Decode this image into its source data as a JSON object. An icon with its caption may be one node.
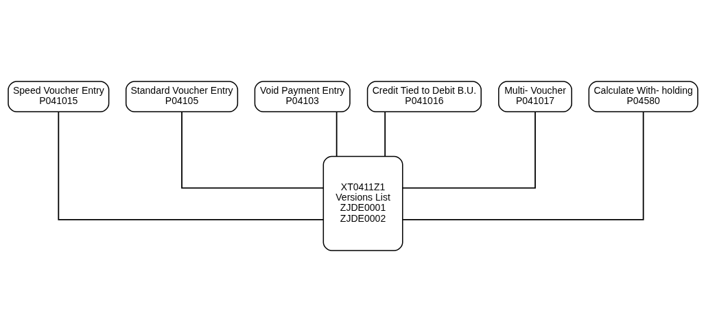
{
  "diagram": {
    "nodes": [
      {
        "text": [
          "Speed Voucher Entry",
          "P041015"
        ]
      },
      {
        "text": [
          "Standard Voucher Entry",
          "P04105"
        ]
      },
      {
        "text": [
          "Void Payment Entry",
          "P04103"
        ]
      },
      {
        "text": [
          "Credit Tied to Debit B.U.",
          "P041016"
        ]
      },
      {
        "text": [
          "Multi- Voucher",
          "P041017"
        ]
      },
      {
        "text": [
          "Calculate With- holding",
          "P04580"
        ]
      },
      {
        "text": [
          "XT0411Z1",
          "Versions List",
          "ZJDE0001",
          "ZJDE0002"
        ]
      }
    ],
    "edges": [
      {
        "from": 0,
        "to": 6,
        "arrow": "none"
      },
      {
        "from": 1,
        "to": 6,
        "arrow": "none"
      },
      {
        "from": 2,
        "to": 6,
        "arrow": "none"
      },
      {
        "from": 3,
        "to": 6,
        "arrow": "none"
      },
      {
        "from": 4,
        "to": 6,
        "arrow": "none"
      },
      {
        "from": 5,
        "to": 6,
        "arrow": "none"
      }
    ]
  }
}
